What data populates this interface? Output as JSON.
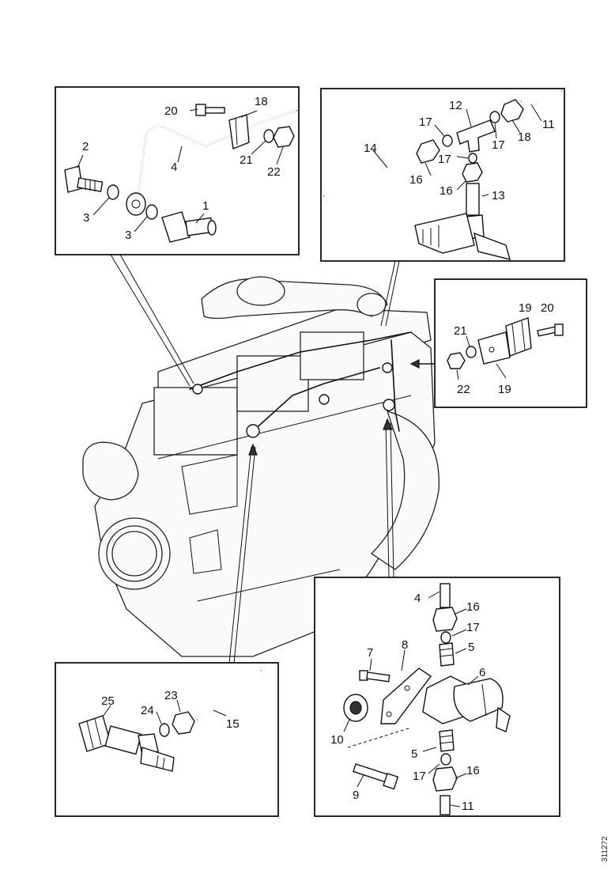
{
  "figure_ref": "311272",
  "panels": {
    "top_left": {
      "labels": [
        "20",
        "18",
        "2",
        "4",
        "21",
        "22",
        "3",
        "1",
        "3"
      ]
    },
    "top_right": {
      "labels": [
        "12",
        "17",
        "17",
        "18",
        "11",
        "14",
        "17",
        "16",
        "16",
        "13"
      ]
    },
    "right": {
      "labels": [
        "19",
        "20",
        "21",
        "22",
        "19"
      ]
    },
    "bottom_left": {
      "labels": [
        "25",
        "24",
        "23",
        "15"
      ]
    },
    "bottom_right": {
      "labels": [
        "4",
        "16",
        "17",
        "5",
        "7",
        "8",
        "6",
        "10",
        "5",
        "17",
        "16",
        "9",
        "11"
      ]
    }
  },
  "colors": {
    "line": "#111111",
    "background": "#ffffff"
  }
}
